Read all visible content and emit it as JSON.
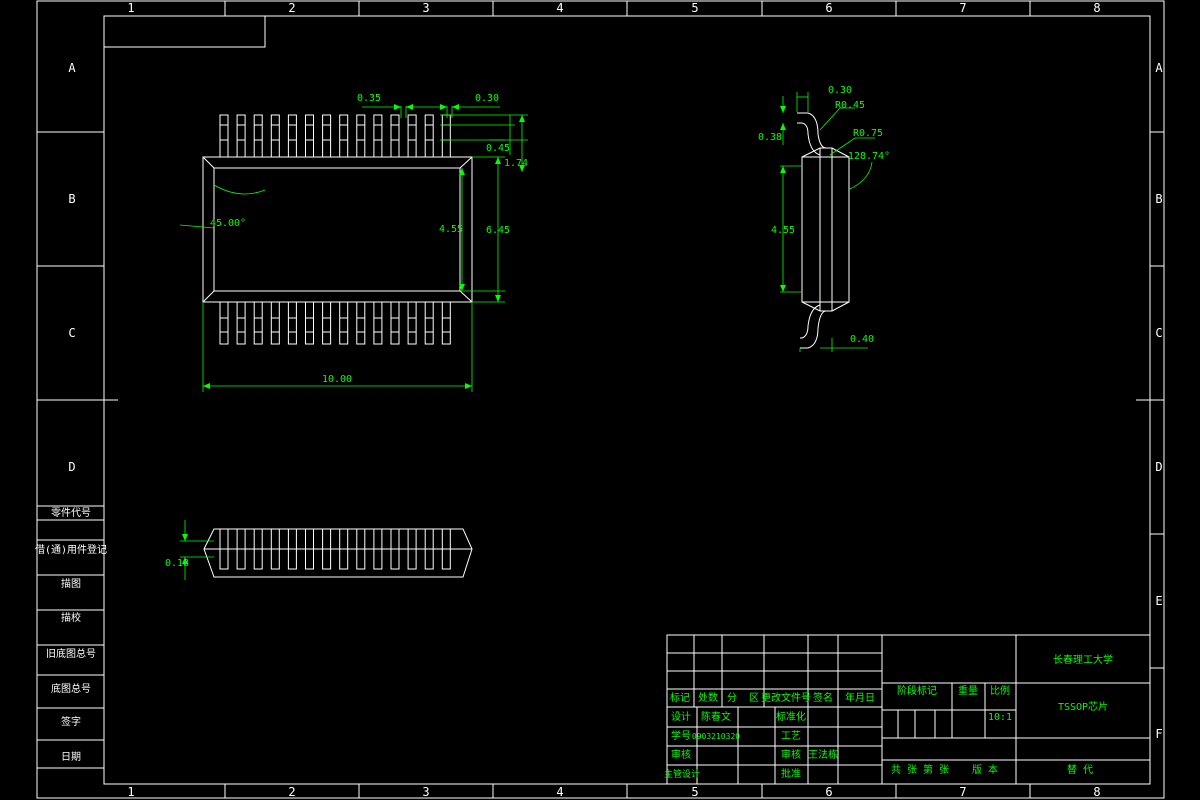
{
  "colors": {
    "background": "#000000",
    "line": "#ffffff",
    "dimension": "#00ff00"
  },
  "zones": {
    "columns": [
      "1",
      "2",
      "3",
      "4",
      "5",
      "6",
      "7",
      "8"
    ],
    "rows": [
      "A",
      "B",
      "C",
      "D",
      "E",
      "F"
    ]
  },
  "left_strip": {
    "part_code": "零件代号",
    "borrowed_register": "借(通)用件登记",
    "traced": "描图",
    "trace_checked": "描校",
    "old_drawing_no": "旧底图总号",
    "base_drawing_no": "底图总号",
    "signature": "签字",
    "date": "日期"
  },
  "dimensions": {
    "top_pitch": "0.35",
    "top_width": "0.30",
    "lead_top": "0.45",
    "lead_len": "1.74",
    "body_height": "4.55",
    "overall_height": "6.45",
    "chamfer_angle": "45.00°",
    "overall_width": "10.00",
    "side_lead_width": "0.30",
    "side_radius_1": "R0.45",
    "side_thickness": "0.38",
    "side_radius_2": "R0.75",
    "side_angle": "128.74°",
    "side_body_height": "4.55",
    "side_foot": "0.40",
    "bottom_thickness": "0.18"
  },
  "title_block": {
    "university": "长春理工大学",
    "part_name": "TSSOP芯片",
    "stage_mark": "阶段标记",
    "weight": "重量",
    "scale": "比例",
    "scale_value": "10:1",
    "mark": "标记",
    "count": "处数",
    "zone": "分",
    "zone2": "区",
    "change_doc": "更改文件号",
    "sign": "签名",
    "ymd": "年月日",
    "design": "设计",
    "designer": "陈春文",
    "student_no": "学号",
    "student_id": "0903210320",
    "standardize": "标准化",
    "review": "审核",
    "process": "工艺",
    "main_design": "主管设计",
    "approve": "审核",
    "approver": "王法栋",
    "ratify": "批准",
    "sheets": "共 张 第 张",
    "version": "版 本",
    "replace": "替 代"
  }
}
